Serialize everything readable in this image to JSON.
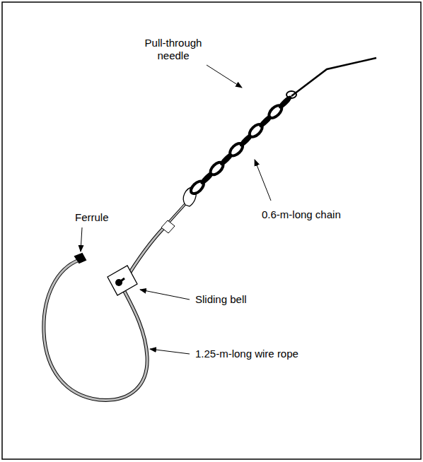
{
  "diagram": {
    "labels": [
      "Pull-through needle",
      "0.6-m-long chain",
      "Ferrule",
      "Sliding bell",
      "1.25-m-long wire rope"
    ]
  }
}
